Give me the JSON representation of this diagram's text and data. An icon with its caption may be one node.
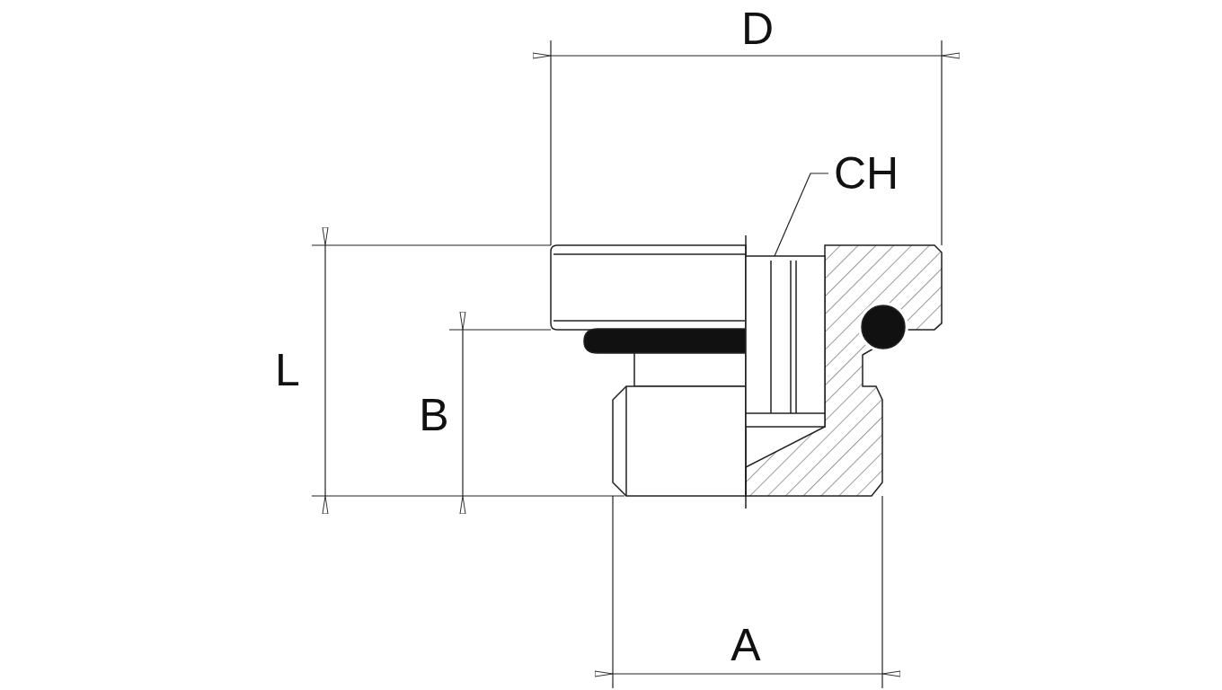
{
  "diagram": {
    "nodes": [
      {
        "text": [
          "CH"
        ]
      },
      {
        "text": [],
        "shape": "box"
      }
    ],
    "edges": [
      {
        "from": 0,
        "to": 1,
        "arrow": "none"
      }
    ],
    "labels": [
      "D",
      "L",
      "B",
      "A"
    ]
  }
}
